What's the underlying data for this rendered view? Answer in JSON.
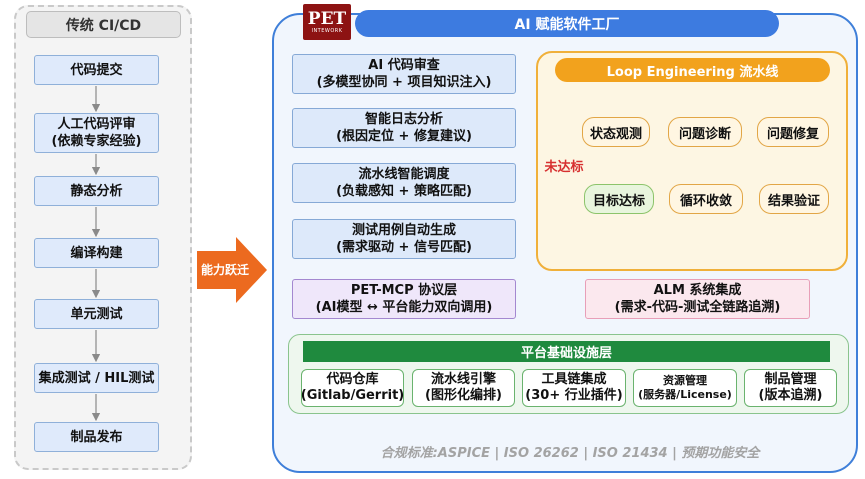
{
  "left": {
    "title": "传统 CI/CD",
    "steps": [
      {
        "line1": "代码提交",
        "line2": ""
      },
      {
        "line1": "人工代码评审",
        "line2": "(依赖专家经验)"
      },
      {
        "line1": "静态分析",
        "line2": ""
      },
      {
        "line1": "编译构建",
        "line2": ""
      },
      {
        "line1": "单元测试",
        "line2": ""
      },
      {
        "line1": "集成测试 / HIL测试",
        "line2": ""
      },
      {
        "line1": "制品发布",
        "line2": ""
      }
    ]
  },
  "leap": {
    "label": "能力跃迁",
    "color": "#ec6a1f"
  },
  "main": {
    "logo": {
      "big": "PET",
      "small": "INTEWORK"
    },
    "title": "AI 赋能软件工厂",
    "capabilities": [
      {
        "line1": "AI 代码审查",
        "line2": "(多模型协同 + 项目知识注入)"
      },
      {
        "line1": "智能日志分析",
        "line2": "(根因定位 + 修复建议)"
      },
      {
        "line1": "流水线智能调度",
        "line2": "(负载感知 + 策略匹配)"
      },
      {
        "line1": "测试用例自动生成",
        "line2": "(需求驱动 + 信号匹配)"
      }
    ],
    "loop": {
      "title": "Loop Engineering 流水线",
      "nodes": {
        "observe": "状态观测",
        "diagnose": "问题诊断",
        "fix": "问题修复",
        "verify": "结果验证",
        "converge": "循环收敛",
        "target": "目标达标"
      },
      "fail_label": "未达标"
    },
    "mcp": {
      "line1": "PET-MCP 协议层",
      "line2": "(AI模型 ↔ 平台能力双向调用)"
    },
    "alm": {
      "line1": "ALM 系统集成",
      "line2": "(需求-代码-测试全链路追溯)"
    },
    "platform": {
      "title": "平台基础设施层",
      "items": [
        {
          "line1": "代码仓库",
          "line2": "(Gitlab/Gerrit)"
        },
        {
          "line1": "流水线引擎",
          "line2": "(图形化编排)"
        },
        {
          "line1": "工具链集成",
          "line2": "(30+ 行业插件)"
        },
        {
          "line1": "资源管理",
          "line2": "(服务器/License)"
        },
        {
          "line1": "制品管理",
          "line2": "(版本追溯)"
        }
      ]
    },
    "compliance": "合规标准:ASPICE | ISO 26262 | ISO 21434 | 预期功能安全"
  }
}
